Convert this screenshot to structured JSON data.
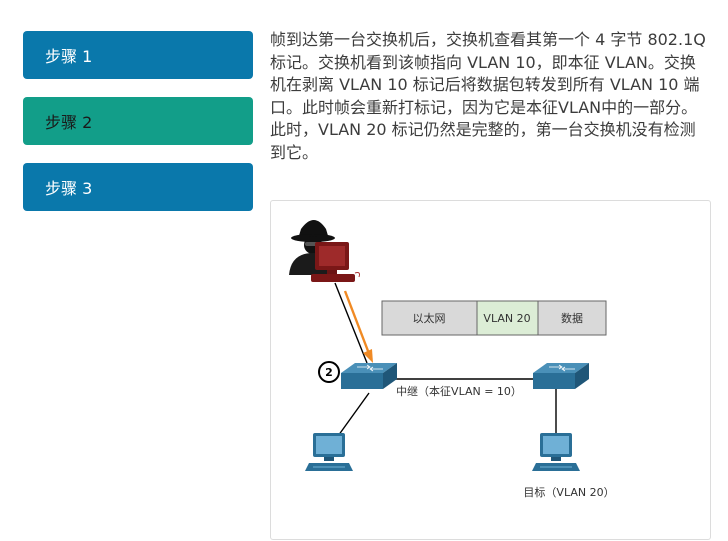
{
  "steps": [
    {
      "label": "步骤 1"
    },
    {
      "label": "步骤 2"
    },
    {
      "label": "步骤 3"
    }
  ],
  "description": "帧到达第一台交换机后，交换机查看其第一个 4 字节 802.1Q 标记。交换机看到该帧指向 VLAN 10，即本征 VLAN。交换机在剥离 VLAN 10 标记后将数据包转发到所有 VLAN 10 端口。此时帧会重新打标记，因为它是本征VLAN中的一部分。此时，VLAN 20 标记仍然是完整的，第一台交换机没有检测到它。",
  "diagram": {
    "frame": {
      "ethernet": "以太网",
      "vlan": "VLAN 20",
      "data": "数据"
    },
    "step_number": "2",
    "trunk_label": "中继（本征VLAN = 10）",
    "target_label": "目标（VLAN 20）"
  },
  "colors": {
    "active_tab": "#129e89",
    "inactive_tab": "#0a78ab",
    "arrow": "#f08a24",
    "vlan_cell": "#dcedd6",
    "frame_cell": "#d9d9d9",
    "switch": "#2a6f97",
    "attacker": "#8b1a1a"
  },
  "icons": [
    "attacker-icon",
    "switch-icon",
    "pc-icon",
    "orange-arrow-icon"
  ]
}
